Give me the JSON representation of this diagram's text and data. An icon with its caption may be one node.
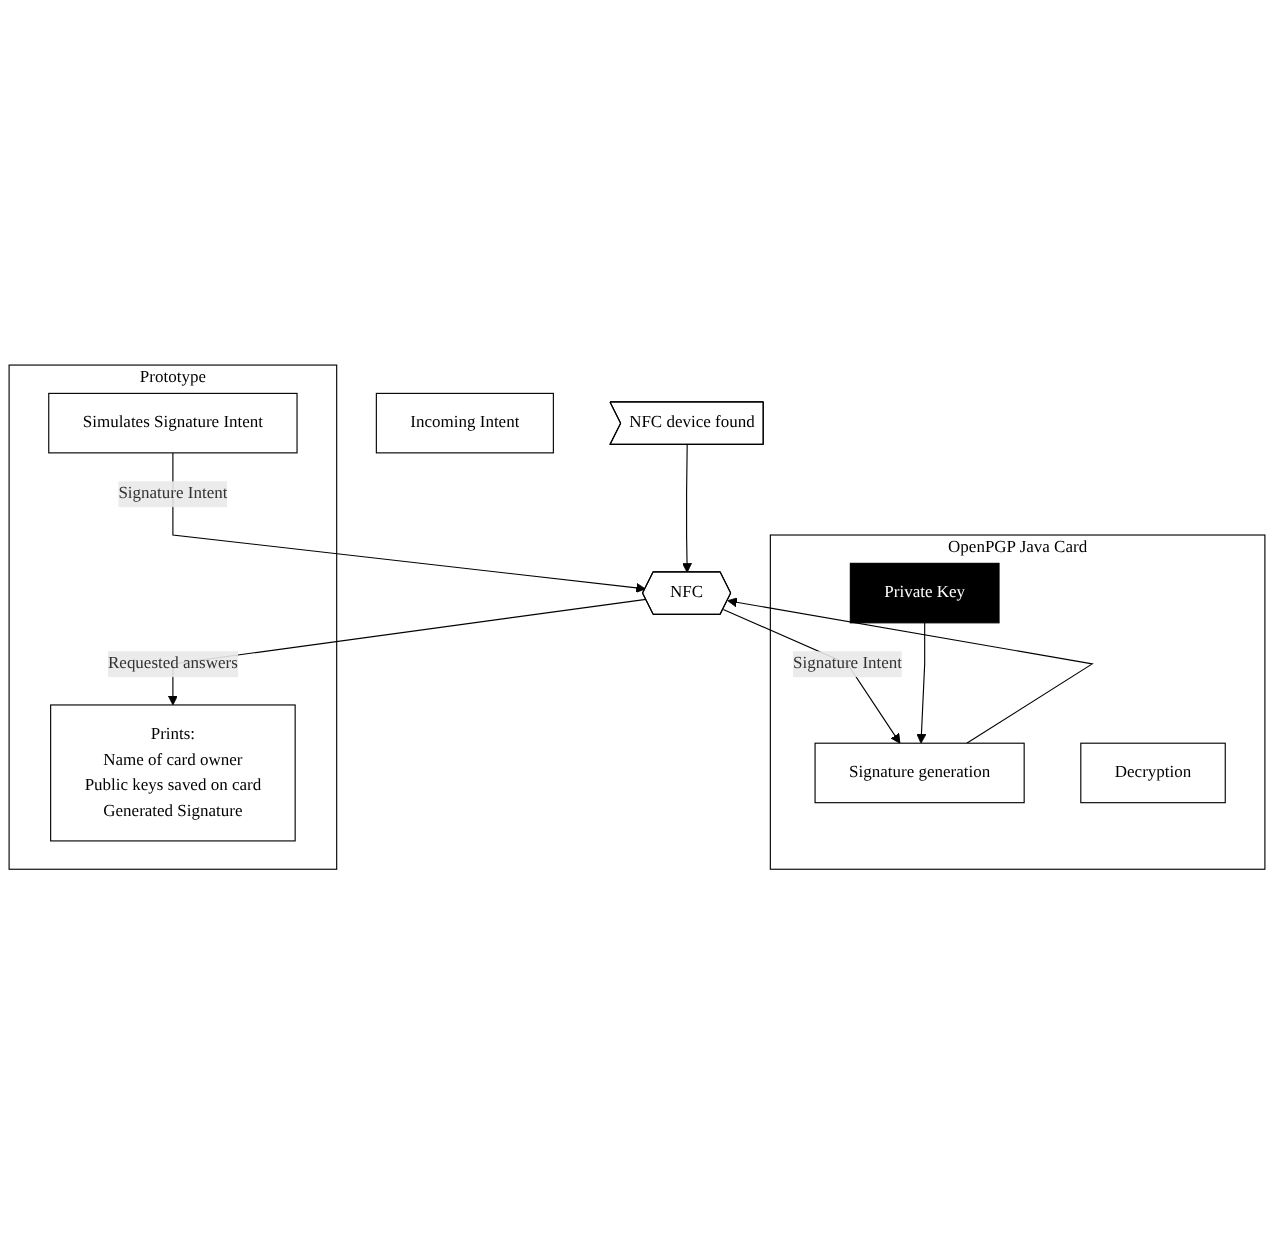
{
  "diagram": {
    "nodes": [
      {
        "text": [
          "Incoming Intent"
        ]
      },
      {
        "text": [
          "Prototype"
        ]
      },
      {
        "text": [
          "Simulates Signature Intent"
        ],
        "in": 1
      },
      {
        "text": [
          "Prints:",
          "Name of card owner",
          "Public keys saved on card",
          "Generated Signature"
        ],
        "in": 1
      },
      {
        "text": [
          "NFC device found"
        ]
      },
      {
        "text": [
          "NFC"
        ]
      },
      {
        "text": [
          "OpenPGP Java Card"
        ]
      },
      {
        "text": [
          "Signature generation"
        ],
        "in": 6
      },
      {
        "text": [
          "Decryption"
        ],
        "in": 6
      },
      {
        "text": [
          "Private Key"
        ],
        "in": 6
      }
    ],
    "edges": [
      {
        "from": 4,
        "to": 5,
        "arrow": "to"
      },
      {
        "from": 2,
        "to": 5,
        "arrow": "to",
        "label": "Signature Intent"
      },
      {
        "from": 5,
        "to": 3,
        "arrow": "to",
        "label": "Requested answers"
      },
      {
        "from": 5,
        "to": 7,
        "arrow": "to",
        "label": "Signature Intent"
      },
      {
        "from": 7,
        "to": 5,
        "arrow": "to"
      },
      {
        "from": 9,
        "to": 7,
        "arrow": "to"
      }
    ]
  }
}
